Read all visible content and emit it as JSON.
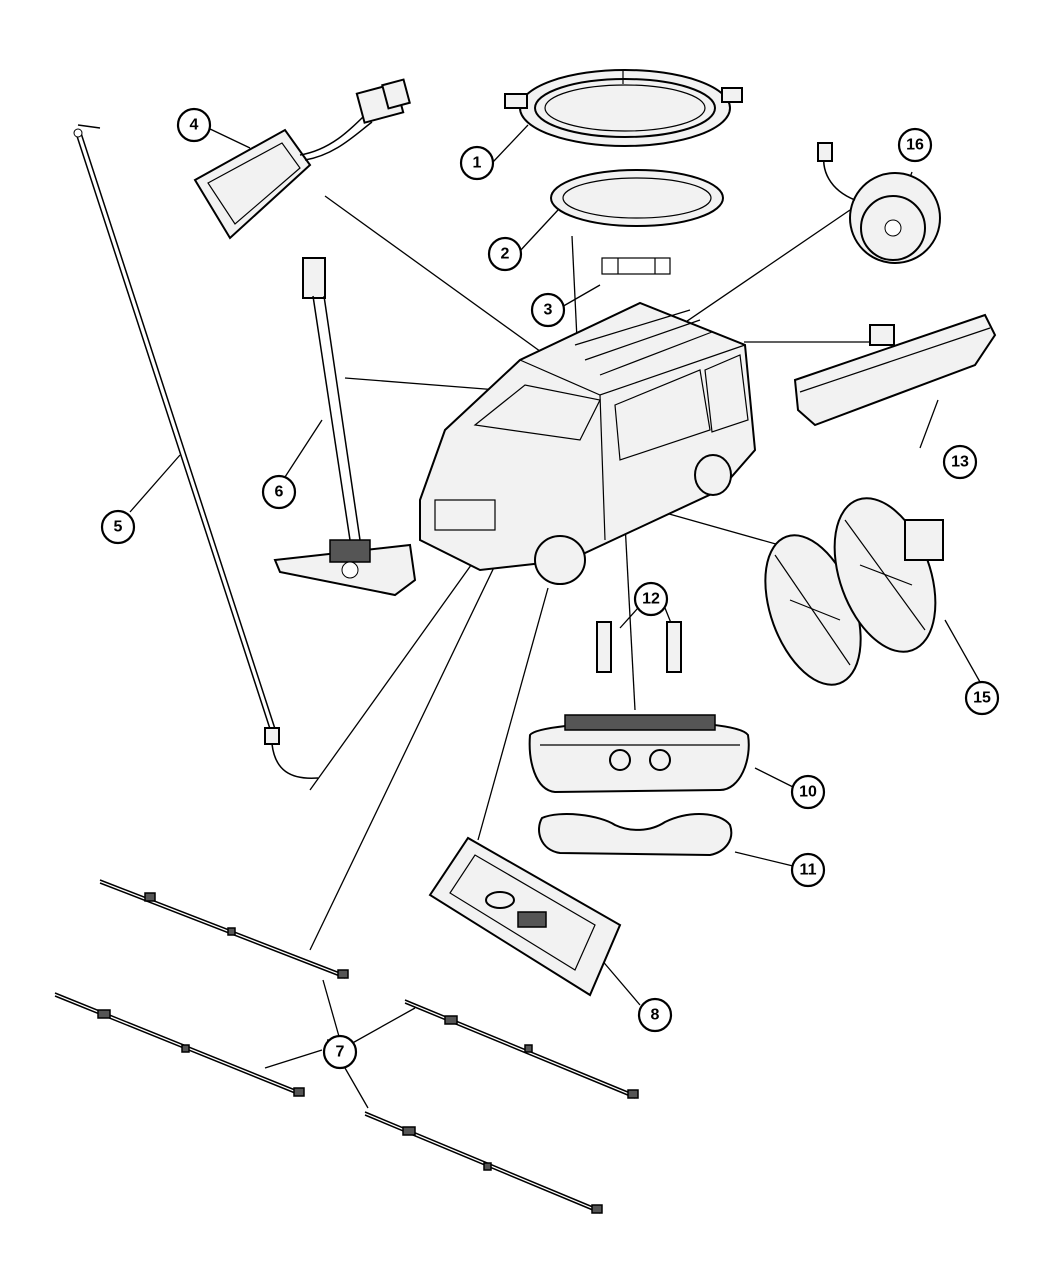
{
  "callouts": [
    {
      "id": "c1",
      "number": "1"
    },
    {
      "id": "c2",
      "number": "2"
    },
    {
      "id": "c3",
      "number": "3"
    },
    {
      "id": "c4",
      "number": "4"
    },
    {
      "id": "c5",
      "number": "5"
    },
    {
      "id": "c6",
      "number": "6"
    },
    {
      "id": "c7",
      "number": "7"
    },
    {
      "id": "c8",
      "number": "8"
    },
    {
      "id": "c10",
      "number": "10"
    },
    {
      "id": "c11",
      "number": "11"
    },
    {
      "id": "c12",
      "number": "12"
    },
    {
      "id": "c13",
      "number": "13"
    },
    {
      "id": "c15",
      "number": "15"
    },
    {
      "id": "c16",
      "number": "16"
    }
  ],
  "colors": {
    "line": "#000000",
    "background": "#ffffff",
    "fill": "#f2f2f2"
  }
}
